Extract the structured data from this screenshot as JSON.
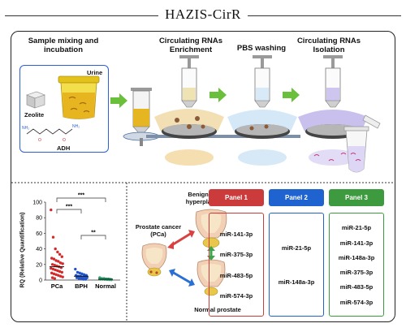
{
  "title": "HAZIS-CirR",
  "steps": {
    "s1": "Sample mixing and incubation",
    "s2": "Circulating RNAs Enrichment",
    "s3": "PBS washing",
    "s4": "Circulating RNAs Isolation"
  },
  "materials": {
    "urine": "Urine",
    "zeolite": "Zeolite",
    "adh": "ADH"
  },
  "diagnosis": {
    "bph": "Benign prostatic hyperplasia (BPH)",
    "pca": "Prostate cancer (PCa)",
    "normal": "Normal prostate"
  },
  "panels": [
    {
      "name": "Panel 1",
      "color": "#cc3b3b",
      "mirs": [
        "miR-141-3p",
        "miR-375-3p",
        "miR-483-5p",
        "miR-574-3p"
      ]
    },
    {
      "name": "Panel 2",
      "color": "#1f63d0",
      "mirs": [
        "miR-21-5p",
        "miR-148a-3p"
      ]
    },
    {
      "name": "Panel 3",
      "color": "#3e9a3e",
      "mirs": [
        "miR-21-5p",
        "miR-141-3p",
        "miR-148a-3p",
        "miR-375-3p",
        "miR-483-5p",
        "miR-574-3p"
      ]
    }
  ],
  "chart_data": {
    "type": "scatter",
    "categories": [
      "PCa",
      "BPH",
      "Normal"
    ],
    "ylabel": "RQ (Relative Quantification)",
    "ylim": [
      0,
      100
    ],
    "yticks": [
      0,
      20,
      40,
      60,
      80,
      100
    ],
    "series": [
      {
        "category": "PCa",
        "color": "#d42a2a",
        "values": [
          90,
          55,
          40,
          36,
          33,
          30,
          28,
          27,
          25,
          24,
          22,
          21,
          20,
          19,
          18,
          17,
          16,
          15,
          14,
          13,
          12,
          11,
          10,
          9,
          8,
          7,
          6,
          5,
          4,
          3,
          2
        ]
      },
      {
        "category": "BPH",
        "color": "#2255cc",
        "values": [
          14,
          10,
          9,
          8,
          7,
          6,
          6,
          5,
          5,
          4,
          4,
          3,
          3,
          2,
          2,
          1,
          1
        ]
      },
      {
        "category": "Normal",
        "color": "#2e9e6a",
        "values": [
          3,
          2,
          2,
          1.5,
          1.5,
          1,
          1,
          1,
          0.8,
          0.6,
          0.5,
          0.4
        ]
      }
    ],
    "annotations": [
      {
        "from": "PCa",
        "to": "BPH",
        "label": "***"
      },
      {
        "from": "PCa",
        "to": "Normal",
        "label": "***"
      },
      {
        "from": "BPH",
        "to": "Normal",
        "label": "**"
      }
    ]
  }
}
